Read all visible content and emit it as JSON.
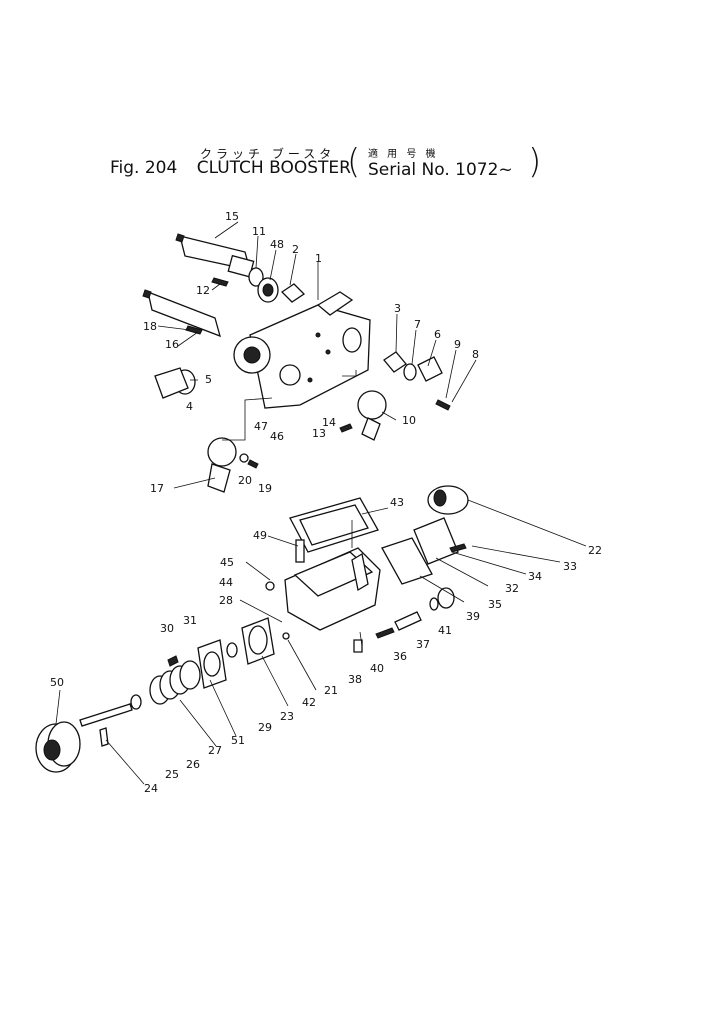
{
  "title": {
    "jp_name": "クラッチ ブースタ",
    "jp_serial": "適 用 号 機",
    "fig": "Fig. 204",
    "name": "CLUTCH BOOSTER",
    "open_paren": "(",
    "serial": "Serial No. 1072~",
    "close_paren": ")"
  },
  "labels": [
    "15",
    "11",
    "48",
    "2",
    "1",
    "12",
    "18",
    "16",
    "5",
    "4",
    "3",
    "7",
    "6",
    "9",
    "8",
    "47",
    "46",
    "14",
    "13",
    "10",
    "17",
    "20",
    "19",
    "43",
    "22",
    "49",
    "33",
    "45",
    "34",
    "44",
    "32",
    "28",
    "35",
    "39",
    "31",
    "30",
    "41",
    "37",
    "36",
    "40",
    "38",
    "21",
    "42",
    "23",
    "29",
    "51",
    "27",
    "50",
    "26",
    "25",
    "24"
  ]
}
